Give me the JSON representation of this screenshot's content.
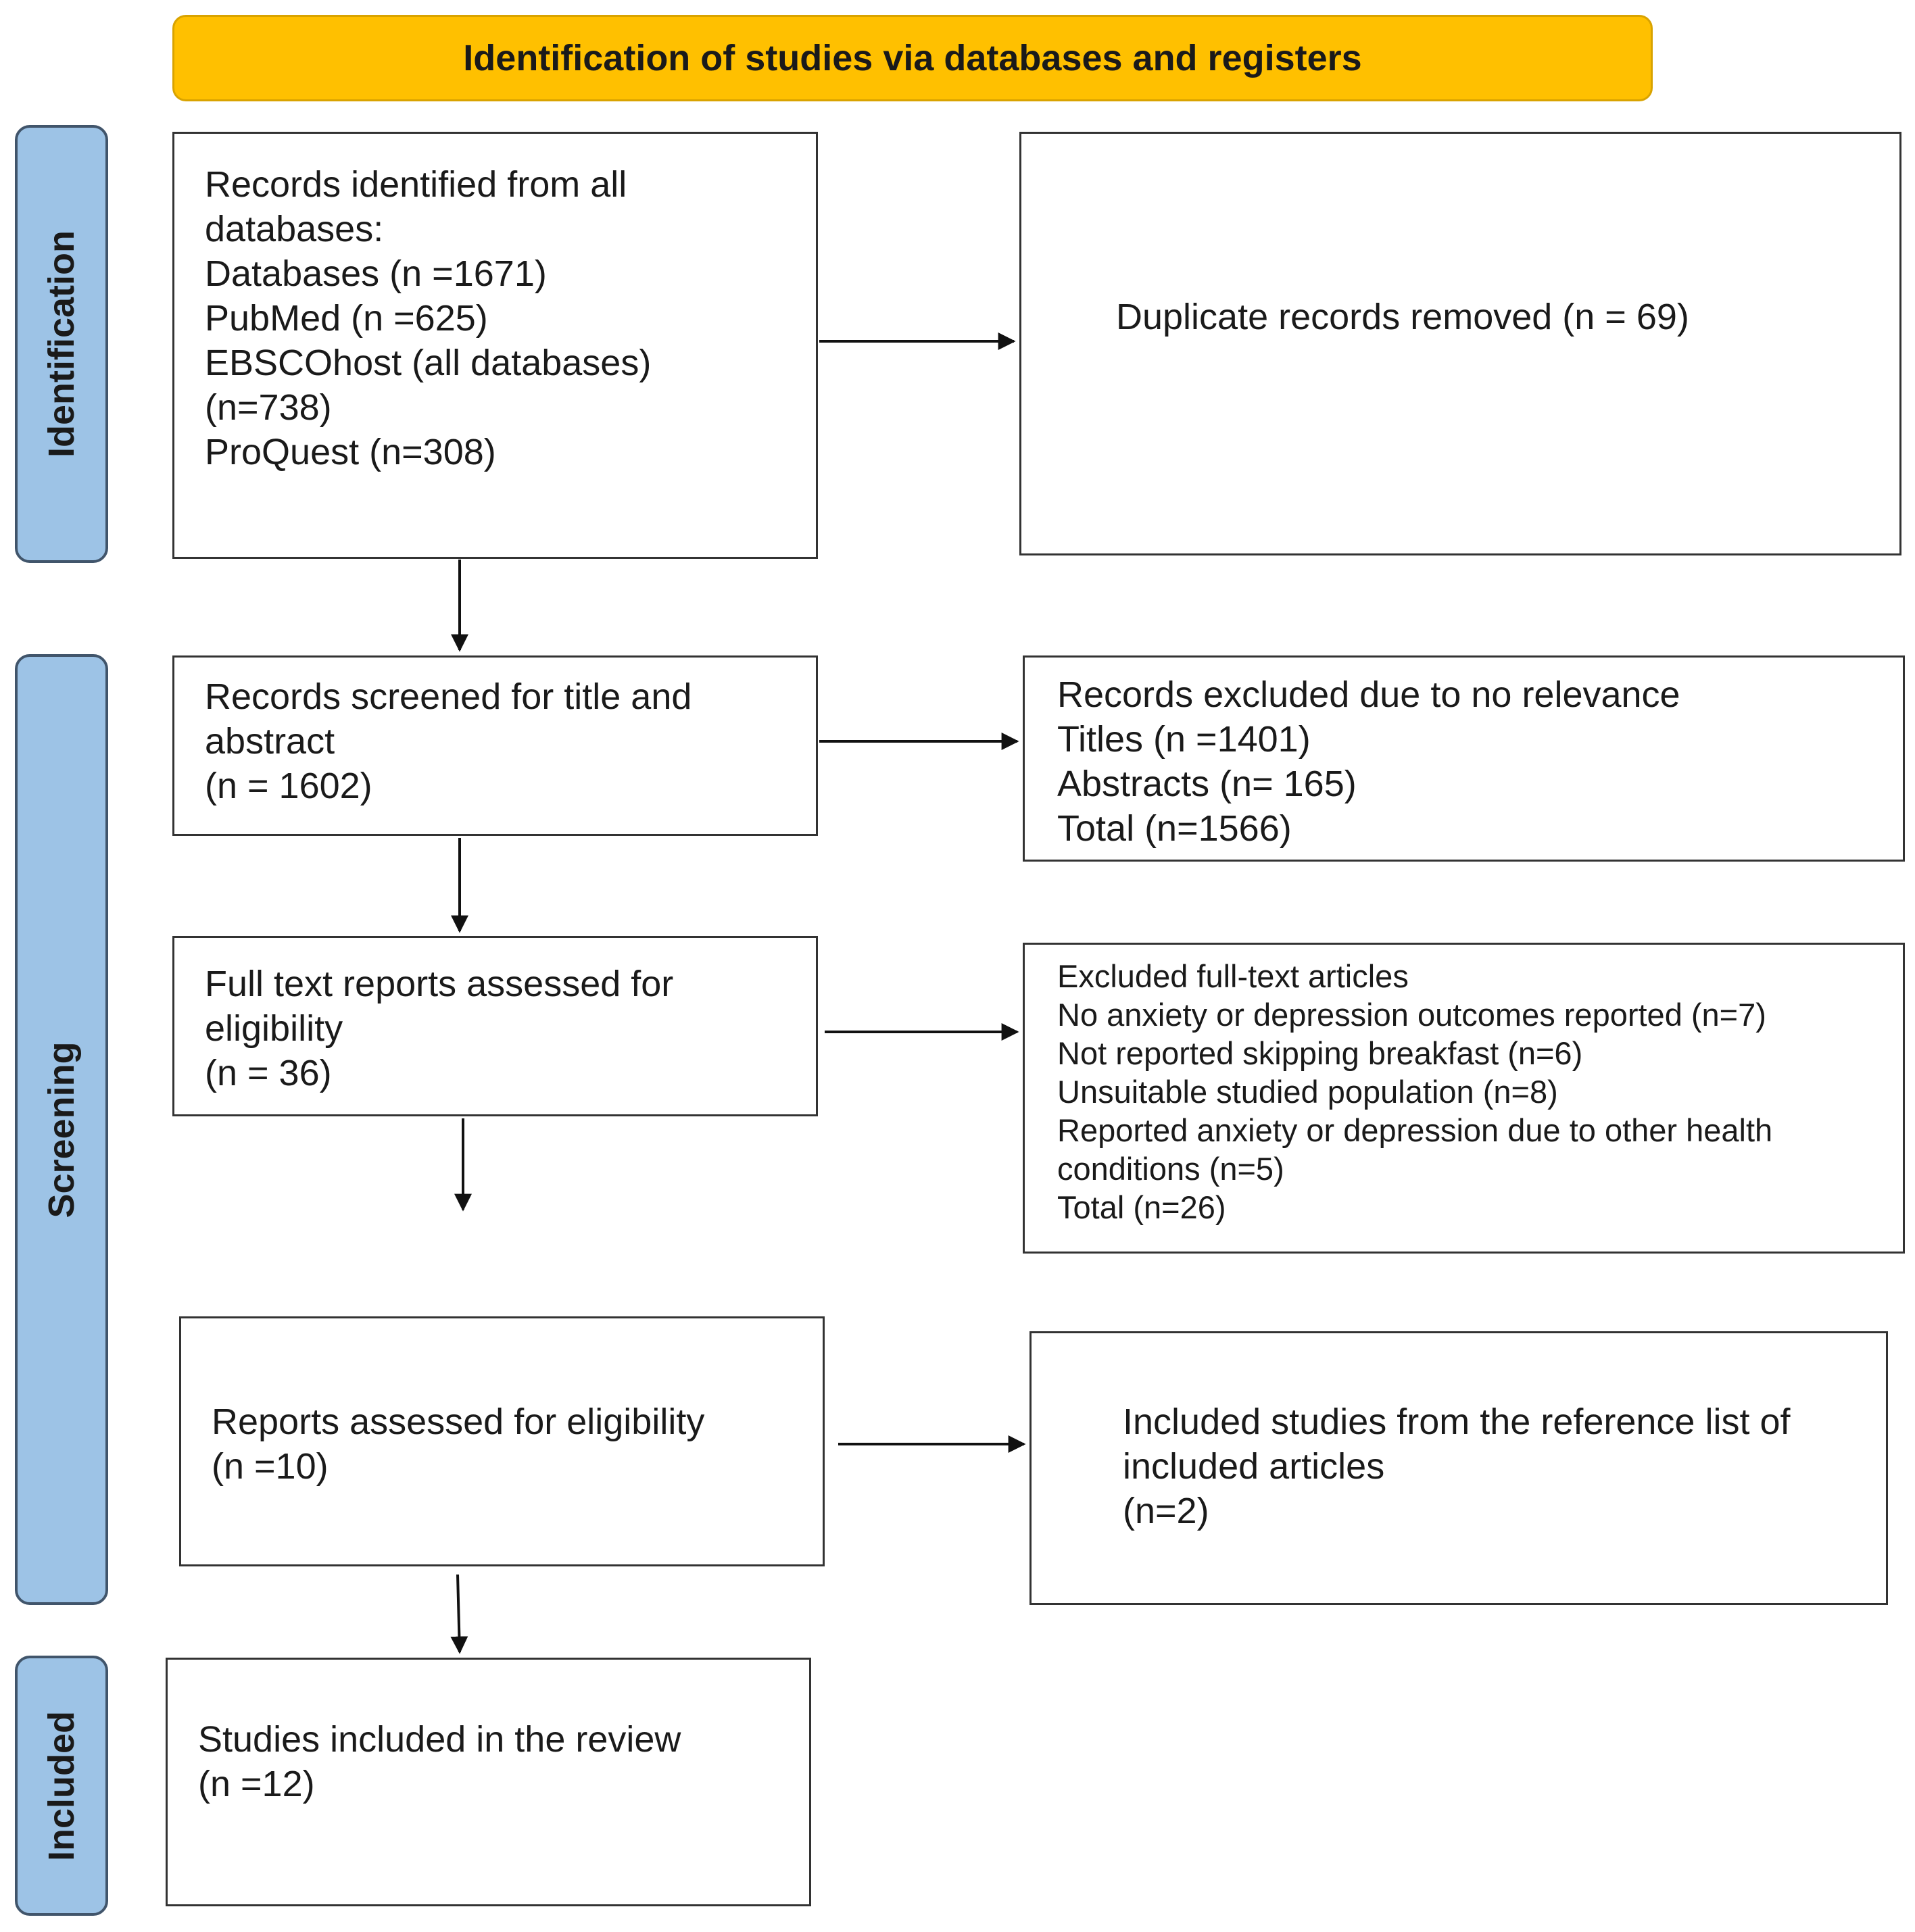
{
  "header": {
    "title": "Identification of studies via databases and registers"
  },
  "phases": {
    "identification": "Identification",
    "screening": "Screening",
    "included": "Included"
  },
  "boxes": {
    "records_identified": [
      "Records identified from all",
      "databases:",
      "Databases (n =1671)",
      "PubMed (n =625)",
      "EBSCOhost (all databases)",
      "(n=738)",
      "ProQuest (n=308)"
    ],
    "duplicates_removed": [
      "Duplicate records removed (n = 69)"
    ],
    "records_screened": [
      "Records screened for title and",
      "abstract",
      "(n = 1602)"
    ],
    "records_excluded": [
      "Records excluded due to no relevance",
      "Titles (n =1401)",
      "Abstracts (n= 165)",
      "Total (n=1566)"
    ],
    "full_text_assessed": [
      "Full text reports assessed for",
      "eligibility",
      "(n = 36)"
    ],
    "excluded_full_text": [
      "Excluded full-text articles",
      "No anxiety or depression outcomes reported (n=7)",
      "Not reported skipping breakfast (n=6)",
      "Unsuitable studied population (n=8)",
      "Reported anxiety or depression due to other health",
      "conditions (n=5)",
      "Total (n=26)"
    ],
    "reports_assessed": [
      "Reports assessed for eligibility",
      "(n =10)"
    ],
    "reference_list_studies": [
      "Included studies from the reference list  of",
      "included articles",
      "(n=2)"
    ],
    "studies_included": [
      "Studies included in the review",
      "(n =12)"
    ]
  }
}
